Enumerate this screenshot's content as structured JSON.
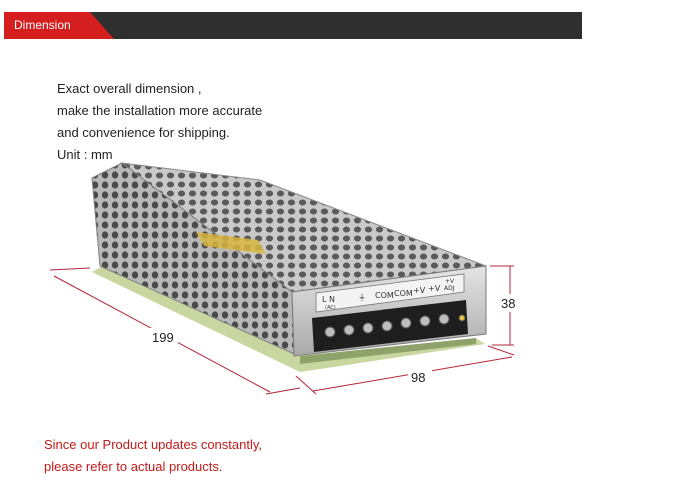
{
  "header": {
    "title": "Dimension",
    "accent_color": "#d51f1f",
    "bar_color": "#2f2f2f"
  },
  "description": {
    "lines": [
      "Exact overall dimension ,",
      "make the installation more accurate",
      "and convenience for shipping.",
      "Unit : mm"
    ]
  },
  "dimensions": {
    "length": "199",
    "width": "98",
    "height": "38",
    "line_color": "#b5243a"
  },
  "terminal_labels": [
    "L N",
    "(AC)",
    "COM",
    "COM",
    "+V",
    "+V",
    "+V",
    "ADJ"
  ],
  "note": {
    "lines": [
      "Since our Product updates constantly,",
      "please refer to actual products."
    ],
    "color": "#c41a1a"
  }
}
